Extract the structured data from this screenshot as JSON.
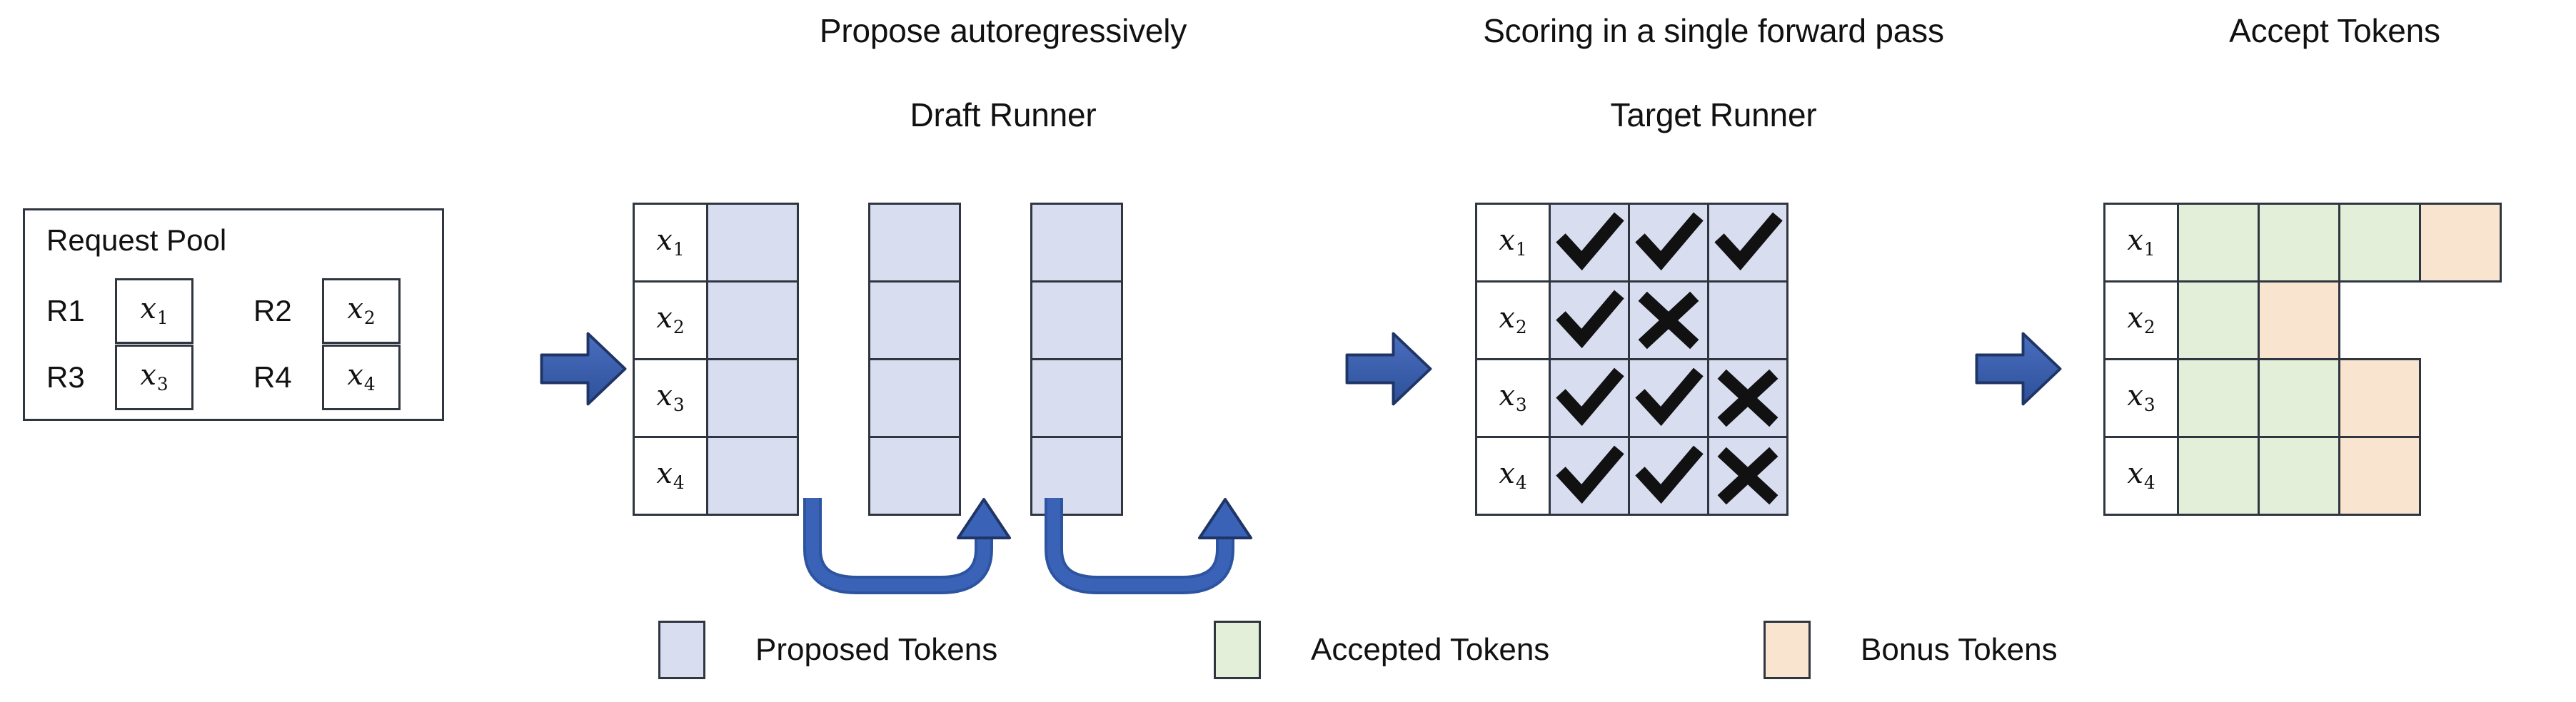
{
  "figure": {
    "sections": {
      "request_pool": {
        "title": "Request Pool",
        "requests": [
          {
            "id": "R1",
            "token": "x",
            "sub": "1"
          },
          {
            "id": "R2",
            "token": "x",
            "sub": "2"
          },
          {
            "id": "R3",
            "token": "x",
            "sub": "3"
          },
          {
            "id": "R4",
            "token": "x",
            "sub": "4"
          }
        ]
      },
      "draft_runner": {
        "caption": "Propose autoregressively",
        "title": "Draft Runner",
        "row_labels": [
          {
            "token": "x",
            "sub": "1"
          },
          {
            "token": "x",
            "sub": "2"
          },
          {
            "token": "x",
            "sub": "3"
          },
          {
            "token": "x",
            "sub": "4"
          }
        ],
        "steps": 3,
        "rows": 4,
        "cell_state": "proposed",
        "loop_arrow_label": "autoregressive-loop"
      },
      "target_runner": {
        "caption": "Scoring in a single forward pass",
        "title": "Target Runner",
        "row_labels": [
          {
            "token": "x",
            "sub": "1"
          },
          {
            "token": "x",
            "sub": "2"
          },
          {
            "token": "x",
            "sub": "3"
          },
          {
            "token": "x",
            "sub": "4"
          }
        ],
        "verdicts": [
          [
            "check",
            "check",
            "check"
          ],
          [
            "check",
            "cross",
            "blank"
          ],
          [
            "check",
            "check",
            "cross"
          ],
          [
            "check",
            "check",
            "cross"
          ]
        ]
      },
      "accept_tokens": {
        "caption": "Accept Tokens",
        "row_labels": [
          {
            "token": "x",
            "sub": "1"
          },
          {
            "token": "x",
            "sub": "2"
          },
          {
            "token": "x",
            "sub": "3"
          },
          {
            "token": "x",
            "sub": "4"
          }
        ],
        "rows": [
          [
            "accepted",
            "accepted",
            "accepted",
            "bonus"
          ],
          [
            "accepted",
            "bonus"
          ],
          [
            "accepted",
            "accepted",
            "bonus"
          ],
          [
            "accepted",
            "accepted",
            "bonus"
          ]
        ]
      }
    },
    "flow_arrows": [
      {
        "name": "arrow-pool-to-draft"
      },
      {
        "name": "arrow-draft-to-target"
      },
      {
        "name": "arrow-target-to-accept"
      }
    ],
    "legend": [
      {
        "key": "proposed",
        "label": "Proposed Tokens",
        "color": "#d9ddf0"
      },
      {
        "key": "accepted",
        "label": "Accepted Tokens",
        "color": "#e4efd9"
      },
      {
        "key": "bonus",
        "label": "Bonus Tokens",
        "color": "#f9e4d0"
      }
    ],
    "colors": {
      "stroke": "#2f3640",
      "arrow_blue": "#3a5fb0",
      "arrow_blue_dark": "#2c4a8c",
      "proposed": "#d9ddf0",
      "accepted": "#e4efd9",
      "bonus": "#f9e4d0",
      "background": "#ffffff"
    }
  }
}
